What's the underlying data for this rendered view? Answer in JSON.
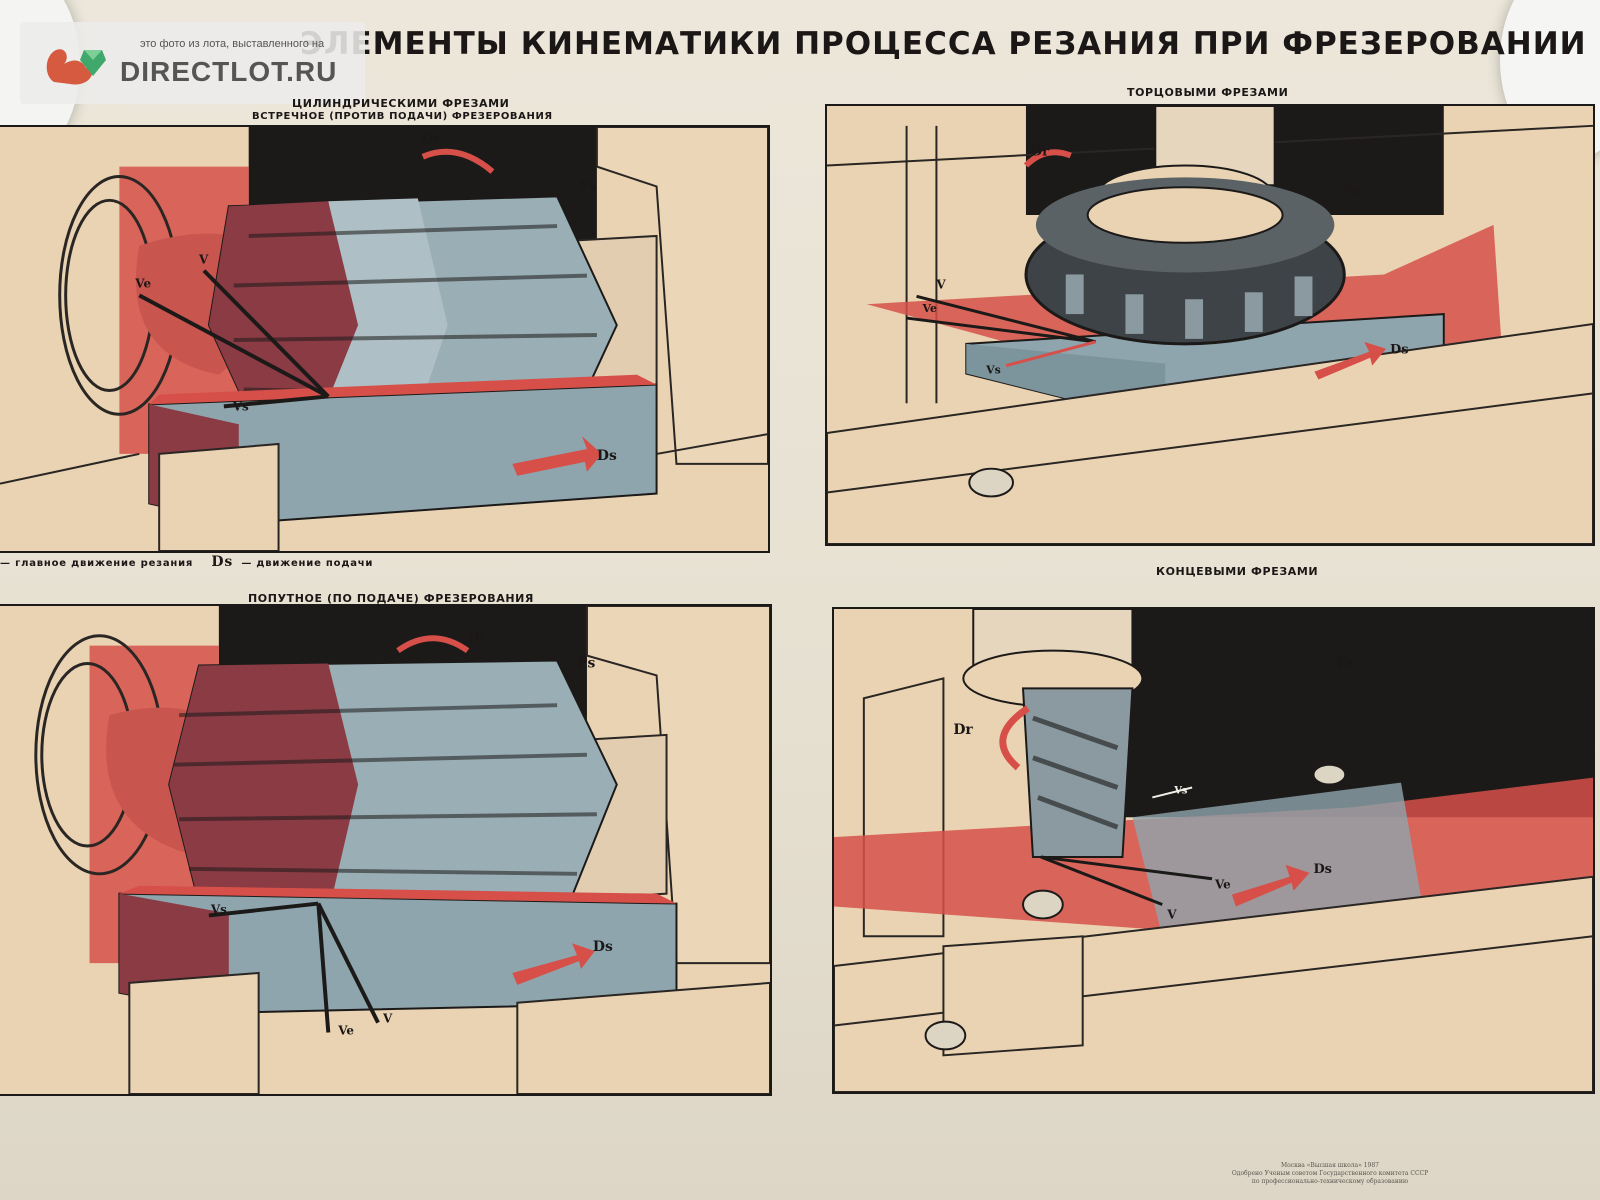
{
  "poster": {
    "title": "ЭЛЕМЕНТЫ КИНЕМАТИКИ ПРОЦЕССА РЕЗАНИЯ  ПРИ ФРЕЗЕРОВАНИИ",
    "watermark": {
      "caption": "это фото из лота, выставленного на",
      "brand": "DIRECTLOT.RU",
      "logo_icon": "squirrel-logo"
    },
    "colors": {
      "red": "#d65049",
      "dark_red": "#8a3b44",
      "steel": "#8fa5ad",
      "sand": "#e9d2b2",
      "black": "#1c1a19"
    }
  },
  "sections": {
    "cylindrical": {
      "heading": "ЦИЛИНДРИЧЕСКИМИ ФРЕЗАМИ",
      "up_milling": "ВСТРЕЧНОЕ   (ПРОТИВ   ПОДАЧИ)  ФРЕЗЕРОВАНИЯ",
      "down_milling": "ПОПУТНОЕ (ПО ПОДАЧЕ) ФРЕЗЕРОВАНИЯ"
    },
    "face": {
      "heading": "ТОРЦОВЫМИ ФРЕЗАМИ"
    },
    "end": {
      "heading": "КОНЦЕВЫМИ ФРЕЗАМИ"
    }
  },
  "vectors": {
    "dr": "Dr",
    "ds": "Ds",
    "ps": "Ps",
    "v": "V",
    "ve": "Ve",
    "vs": "Vs"
  },
  "legend": {
    "main_motion": "— главное   движение   резания",
    "feed_symbol": "Ds",
    "feed_motion": "— движение  подачи"
  },
  "imprint": [
    "Москва «Высшая школа» 1987",
    "Одобрено Ученым советом Государственного комитета СССР",
    "по профессионально-техническому образованию"
  ]
}
